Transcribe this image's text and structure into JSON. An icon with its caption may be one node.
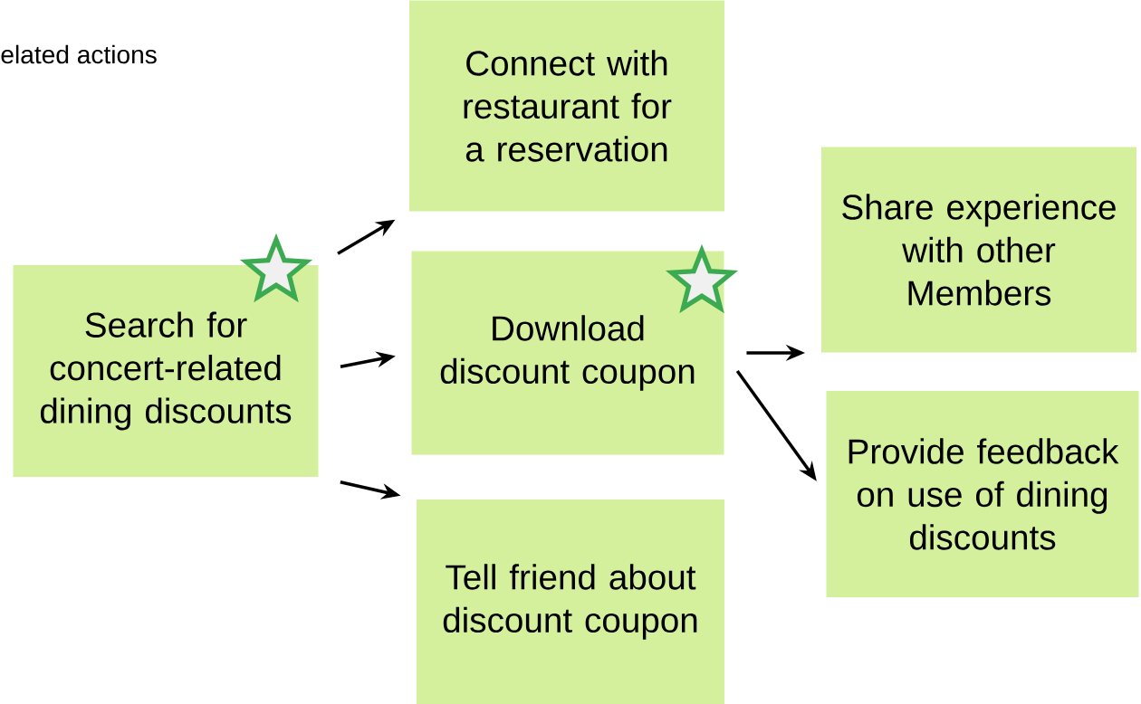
{
  "diagram": {
    "nodes": [
      {
        "text": [
          "Search for concert-related dining discounts"
        ]
      },
      {
        "text": [
          "Connect with restaurant for a reservation"
        ]
      },
      {
        "text": [
          "Download discount coupon"
        ]
      },
      {
        "text": [
          "Tell friend about discount coupon"
        ]
      },
      {
        "text": [
          "Share experience with other Members"
        ]
      },
      {
        "text": [
          "Provide feedback on use of dining discounts"
        ]
      }
    ],
    "edges": [
      {
        "from": 0,
        "to": 1,
        "arrow": "to"
      },
      {
        "from": 0,
        "to": 2,
        "arrow": "to"
      },
      {
        "from": 0,
        "to": 3,
        "arrow": "to"
      },
      {
        "from": 2,
        "to": 4,
        "arrow": "to"
      },
      {
        "from": 2,
        "to": 5,
        "arrow": "to"
      }
    ],
    "labels": [
      "elated actions"
    ]
  }
}
